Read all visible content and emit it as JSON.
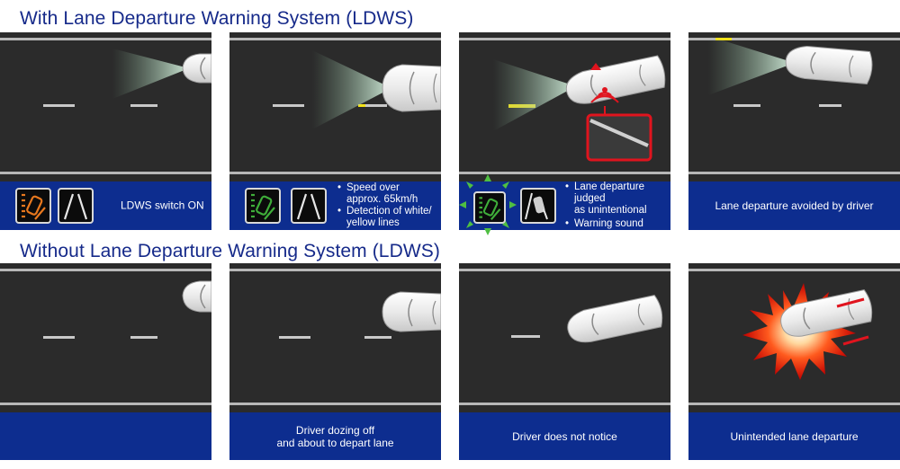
{
  "sections": {
    "with": {
      "title": "With Lane Departure Warning System (LDWS)"
    },
    "without": {
      "title": "Without Lane Departure Warning System (LDWS)"
    }
  },
  "with_panels": [
    {
      "caption_lines": [
        "LDWS switch ON"
      ]
    },
    {
      "bullets": [
        [
          "Speed over",
          "approx. 65km/h"
        ],
        [
          "Detection of white/",
          "yellow lines"
        ]
      ]
    },
    {
      "bullets": [
        [
          "Lane departure judged",
          "as unintentional"
        ],
        [
          "Warning sound"
        ]
      ]
    },
    {
      "caption_lines": [
        "Lane departure avoided by driver"
      ]
    }
  ],
  "without_panels": [
    {
      "caption_lines": []
    },
    {
      "caption_lines": [
        "Driver dozing off",
        "and about to depart lane"
      ]
    },
    {
      "caption_lines": [
        "Driver does not notice"
      ]
    },
    {
      "caption_lines": [
        "Unintended lane departure"
      ]
    }
  ],
  "colors": {
    "road": "#2b2b2b",
    "caption_bg": "#0d2d8f",
    "title_text": "#162a8a",
    "warning_red": "#e0141e",
    "lane_yellow": "#f2e21a",
    "indicator_green": "#3fae3a",
    "indicator_orange": "#e8781e"
  },
  "icons": [
    "ldws-indicator-orange-icon",
    "lane-lines-icon",
    "ldws-indicator-green-icon",
    "lane-departure-car-icon",
    "warning-sound-icon",
    "explosion-icon"
  ]
}
